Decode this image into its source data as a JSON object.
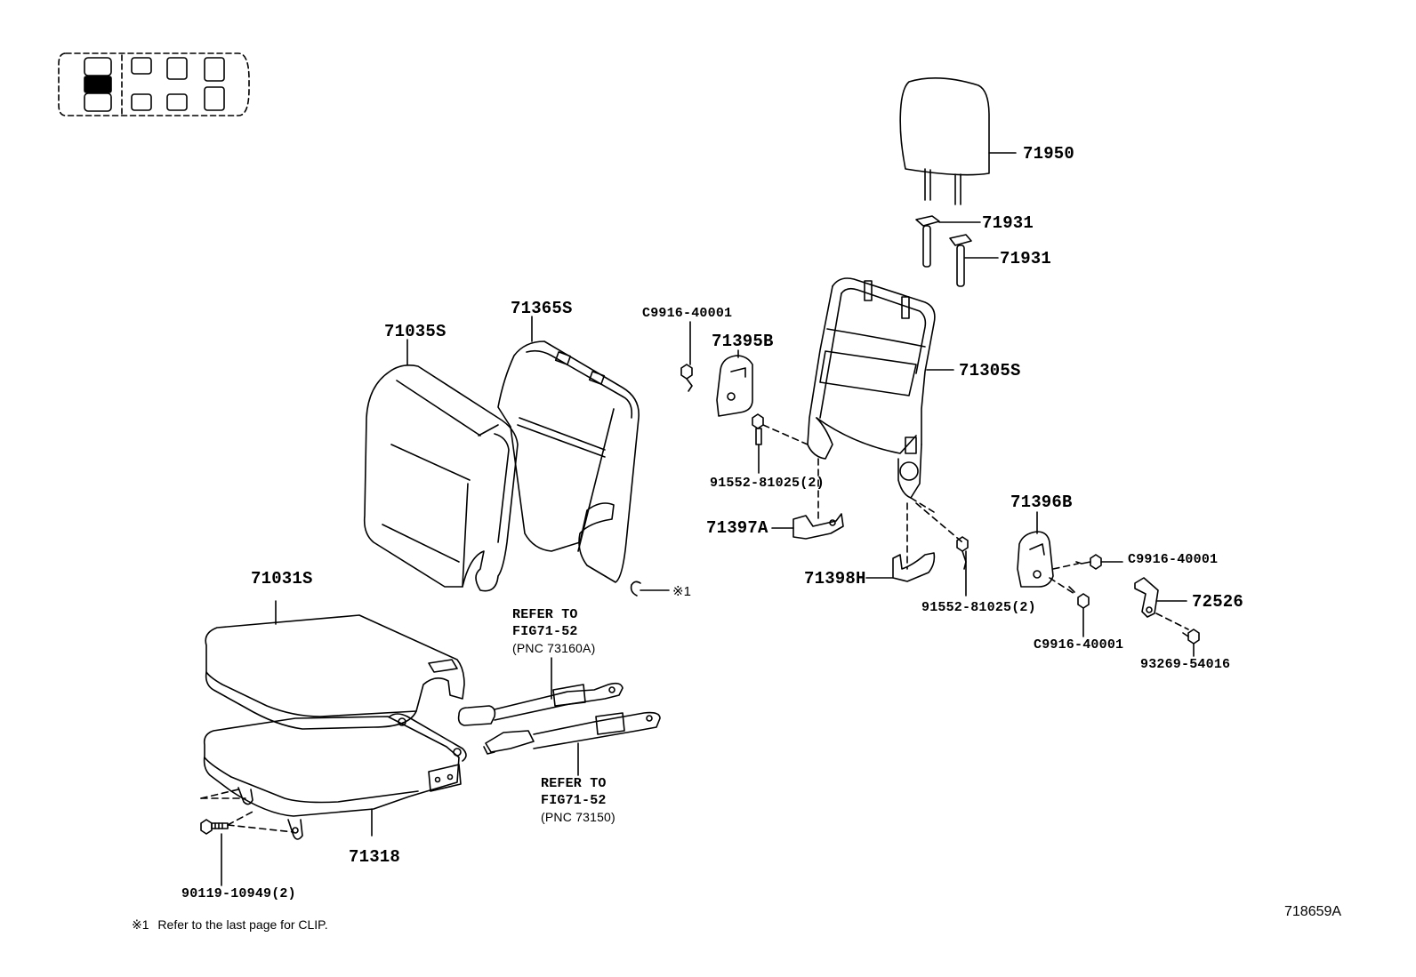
{
  "diagram": {
    "code": "718659A",
    "footnote": {
      "mark": "※1",
      "text": "Refer to the last page for CLIP."
    },
    "clip_mark": "※1",
    "parts": {
      "p71950": "71950",
      "p71931a": "71931",
      "p71931b": "71931",
      "p71305s": "71305S",
      "p71365s": "71365S",
      "p71035s": "71035S",
      "p71031s": "71031S",
      "p71318": "71318",
      "p71395b": "71395B",
      "p71396b": "71396B",
      "p71397a": "71397A",
      "p71398h": "71398H",
      "p72526": "72526",
      "c9916a": "C9916-40001",
      "c9916b": "C9916-40001",
      "c9916c": "C9916-40001",
      "p91552a": "91552-81025(2)",
      "p91552b": "91552-81025(2)",
      "p93269": "93269-54016",
      "p90119": "90119-10949(2)"
    },
    "refs": [
      {
        "line1": "REFER TO",
        "line2": "FIG71-52",
        "line3": "(PNC 73160A)"
      },
      {
        "line1": "REFER TO",
        "line2": "FIG71-52",
        "line3": "(PNC 73150)"
      }
    ]
  }
}
